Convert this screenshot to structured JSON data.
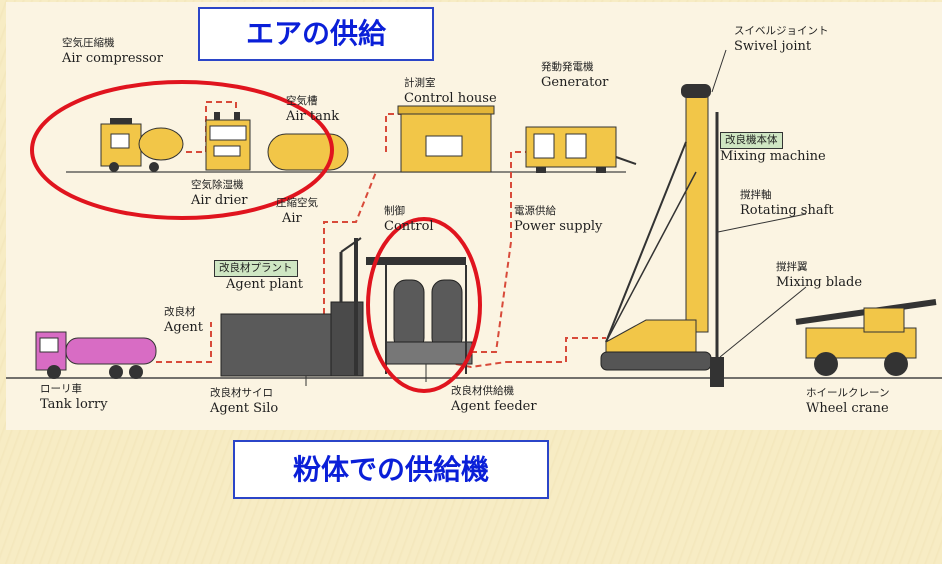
{
  "titles": {
    "air_supply": "エアの供給",
    "powder_feeder": "粉体での供給機"
  },
  "labels": {
    "air_compressor": {
      "jp": "空気圧縮機",
      "en": "Air compressor"
    },
    "air_tank": {
      "jp": "空気槽",
      "en": "Air tank"
    },
    "air_drier": {
      "jp": "空気除湿機",
      "en": "Air drier"
    },
    "compressed_air": {
      "jp": "圧縮空気",
      "en": "Air"
    },
    "control_house": {
      "jp": "計測室",
      "en": "Control house"
    },
    "generator": {
      "jp": "発動発電機",
      "en": "Generator"
    },
    "swivel_joint": {
      "jp": "スイベルジョイント",
      "en": "Swivel joint"
    },
    "mixing_machine": {
      "jp": "改良機本体",
      "en": "Mixing machine"
    },
    "rotating_shaft": {
      "jp": "撹拌軸",
      "en": "Rotating shaft"
    },
    "control": {
      "jp": "制御",
      "en": "Control"
    },
    "power_supply": {
      "jp": "電源供給",
      "en": "Power supply"
    },
    "agent_plant": {
      "jp": "改良材プラント",
      "en": "Agent plant"
    },
    "agent": {
      "jp": "改良材",
      "en": "Agent"
    },
    "mixing_blade": {
      "jp": "撹拌翼",
      "en": "Mixing blade"
    },
    "tank_lorry": {
      "jp": "ローリ車",
      "en": "Tank lorry"
    },
    "agent_silo": {
      "jp": "改良材サイロ",
      "en": "Agent Silo"
    },
    "agent_feeder": {
      "jp": "改良材供給機",
      "en": "Agent feeder"
    },
    "wheel_crane": {
      "jp": "ホイールクレーン",
      "en": "Wheel crane"
    }
  },
  "colors": {
    "highlight_ring": "#e0141e",
    "title_text": "#0a1fd8",
    "machine_yellow": "#f2c648",
    "silo_gray": "#5a5a5a",
    "lorry_pink": "#d86cc4",
    "hose_red": "#d84a3a"
  }
}
